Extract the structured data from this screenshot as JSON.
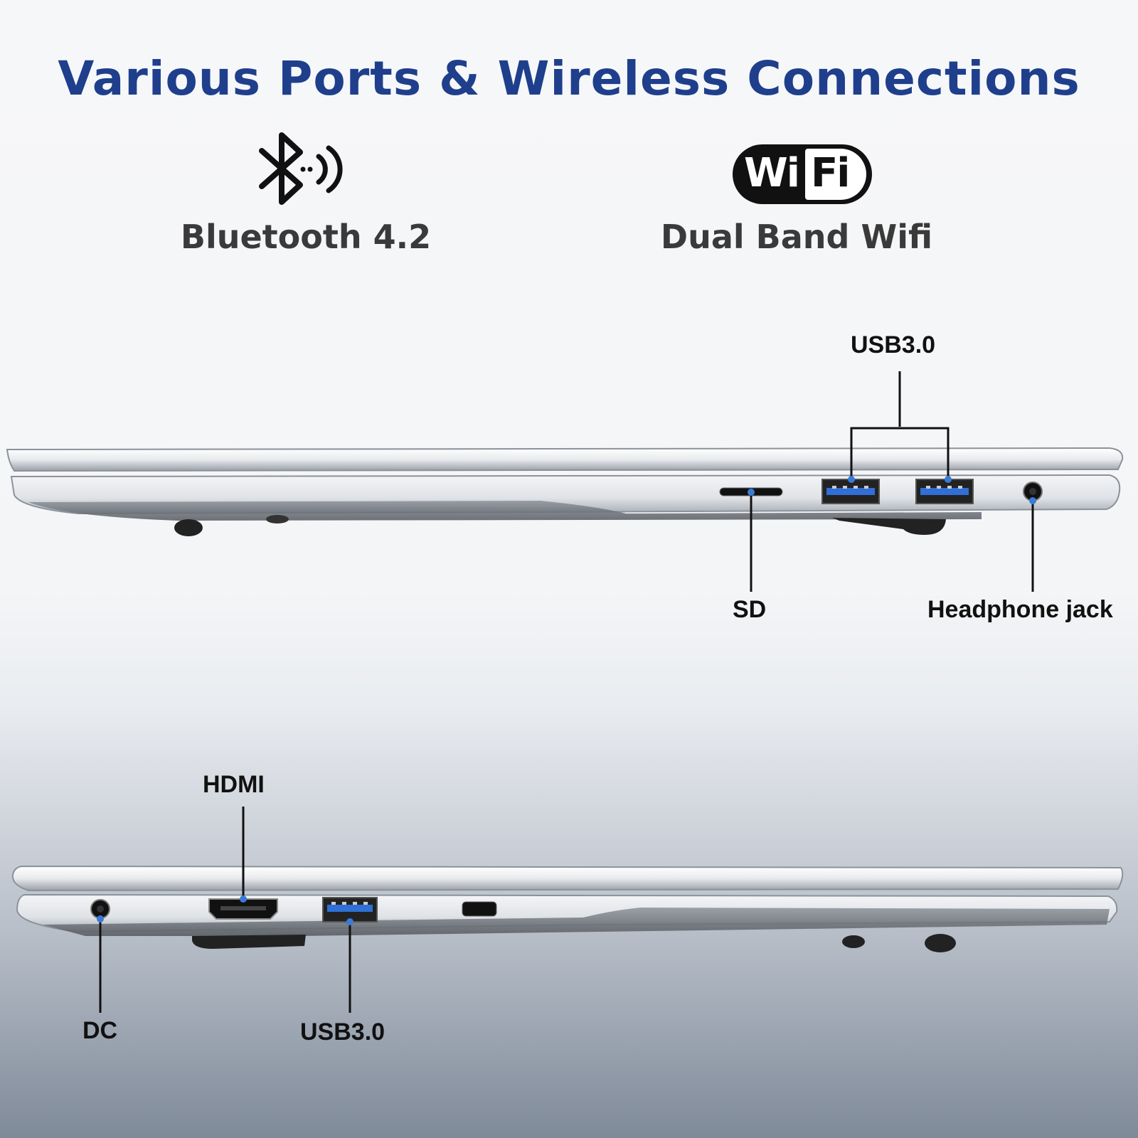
{
  "title": "Various Ports & Wireless Connections",
  "features": {
    "bluetooth": {
      "label": "Bluetooth 4.2",
      "icon": "bluetooth-icon"
    },
    "wifi": {
      "label": "Dual Band Wifi",
      "logo_left": "Wi",
      "logo_right": "Fi",
      "icon": "wifi-logo"
    }
  },
  "right_side_ports": {
    "usb": "USB3.0",
    "sd": "SD",
    "headphone": "Headphone jack"
  },
  "left_side_ports": {
    "hdmi": "HDMI",
    "dc": "DC",
    "usb": "USB3.0"
  },
  "colors": {
    "title": "#1f3f8c",
    "marker": "#3b7bd8",
    "usb_blue": "#2f6fd6"
  }
}
